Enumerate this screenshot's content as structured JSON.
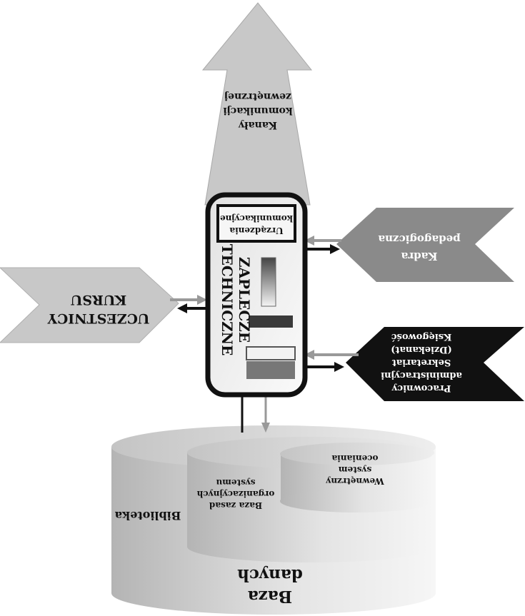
{
  "top_arrow": {
    "lines": [
      "Kanały",
      "komunikacji",
      "zewnętrznej"
    ]
  },
  "center_box": {
    "title_lines": [
      "ZAPLECZE",
      "TECHNICZNE"
    ],
    "device_lines": [
      "Urządzenia",
      "komunikacyjne"
    ]
  },
  "left_arrow": {
    "lines": [
      "UCZESTNICY",
      "KURSU"
    ]
  },
  "right_top_arrow": {
    "lines": [
      "Kadra",
      "pedagogiczna"
    ]
  },
  "right_bottom_arrow": {
    "lines": [
      "Pracownicy",
      "administracyjni",
      "Sekretariat",
      "(Dziekanat)",
      "Księgowość"
    ]
  },
  "database": {
    "outer_lines": [
      "Baza",
      "danych"
    ],
    "library": "Biblioteka",
    "middle_lines": [
      "Baza zasad",
      "organizacyjnych",
      "systemu"
    ],
    "inner_lines": [
      "Wewnętrzny",
      "system",
      "oceniania"
    ]
  },
  "colors": {
    "arrow_light": "#c8c8c8",
    "arrow_mid": "#8a8a8a",
    "arrow_dark": "#111111",
    "box_fill": "#f2f2f2",
    "box_border": "#111111"
  }
}
